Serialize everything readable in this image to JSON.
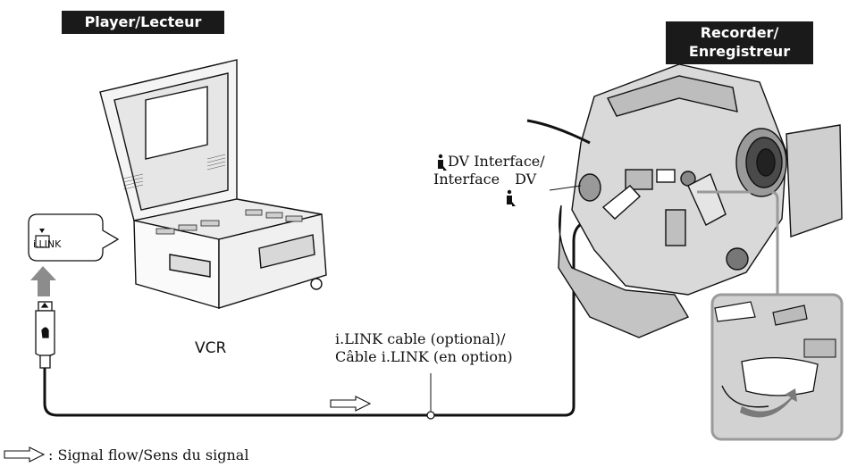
{
  "labels": {
    "player": "Player/Lecteur",
    "recorder_line1": "Recorder/",
    "recorder_line2": "Enregistreur",
    "vcr": "VCR",
    "ilink_port": "i.LINK",
    "dv_interface_line1": "DV Interface/",
    "dv_interface_line2": "Interface",
    "dv_interface_line2_suffix": "DV",
    "cable_line1": "i.LINK cable (optional)/",
    "cable_line2": "Câble i.LINK (en option)",
    "legend": ": Signal flow/Sens du signal"
  },
  "icons": {
    "arrow_up": "upload-arrow-icon",
    "signal_flow": "signal-flow-arrow-icon",
    "ilink_symbol": "ilink-symbol-icon"
  },
  "colors": {
    "label_bg": "#1a1a1a",
    "label_text": "#ffffff",
    "line": "#111111",
    "inset_border": "#9a9a9a",
    "arrow_gray": "#8c8c8c"
  }
}
